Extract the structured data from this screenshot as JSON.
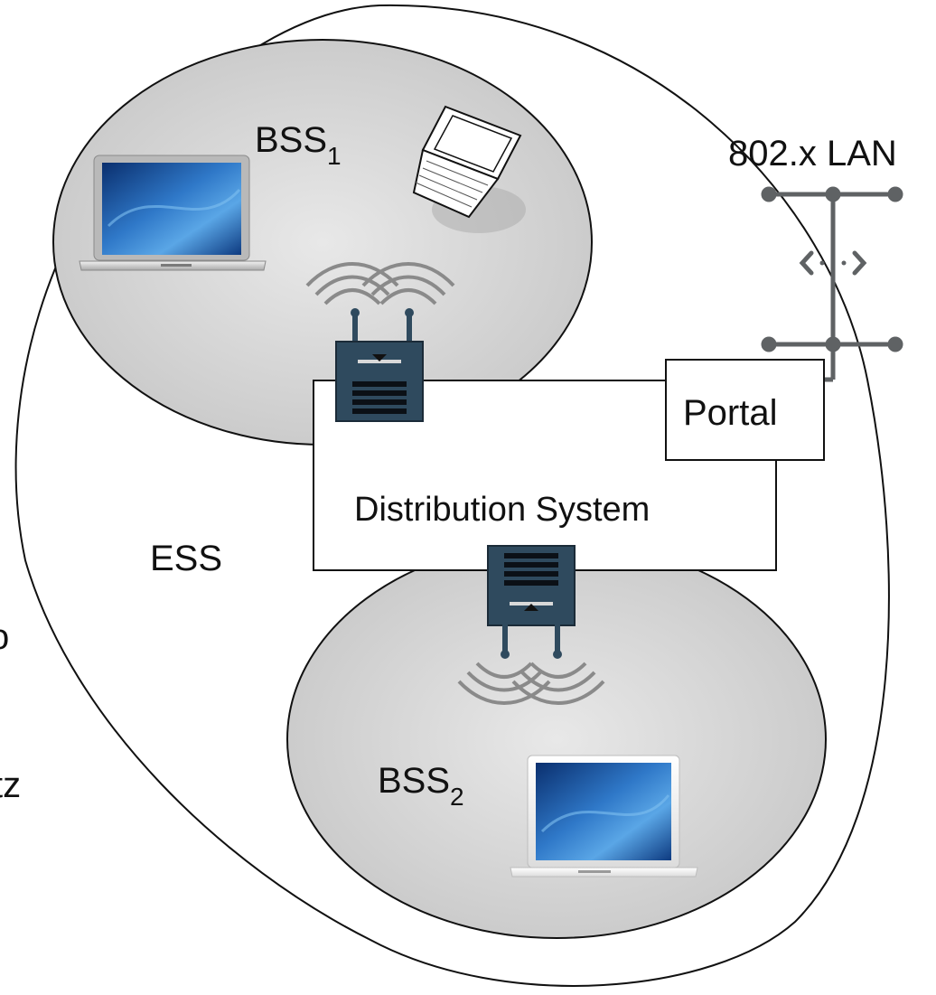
{
  "labels": {
    "bss1_base": "BSS",
    "bss1_sub": "1",
    "bss2_base": "BSS",
    "bss2_sub": "2",
    "lan": "802.x LAN",
    "portal": "Portal",
    "distribution_system": "Distribution System",
    "ess": "ESS",
    "edge_cut_1": "o",
    "edge_cut_2": "tz"
  },
  "icons": {
    "laptop_large": "macbook-laptop-icon",
    "laptop_small": "notebook-laptop-icon",
    "laptop_bss2": "ibook-laptop-icon",
    "access_point_1": "wireless-access-point-icon",
    "access_point_2": "wireless-access-point-icon",
    "lan_bridge": "bridge-arrows-icon"
  },
  "colors": {
    "bss_fill": "#d3d3d3",
    "ap_body": "#2f4a5e",
    "lan_line": "#5f6264",
    "screen_blue": "#1f63b8"
  }
}
